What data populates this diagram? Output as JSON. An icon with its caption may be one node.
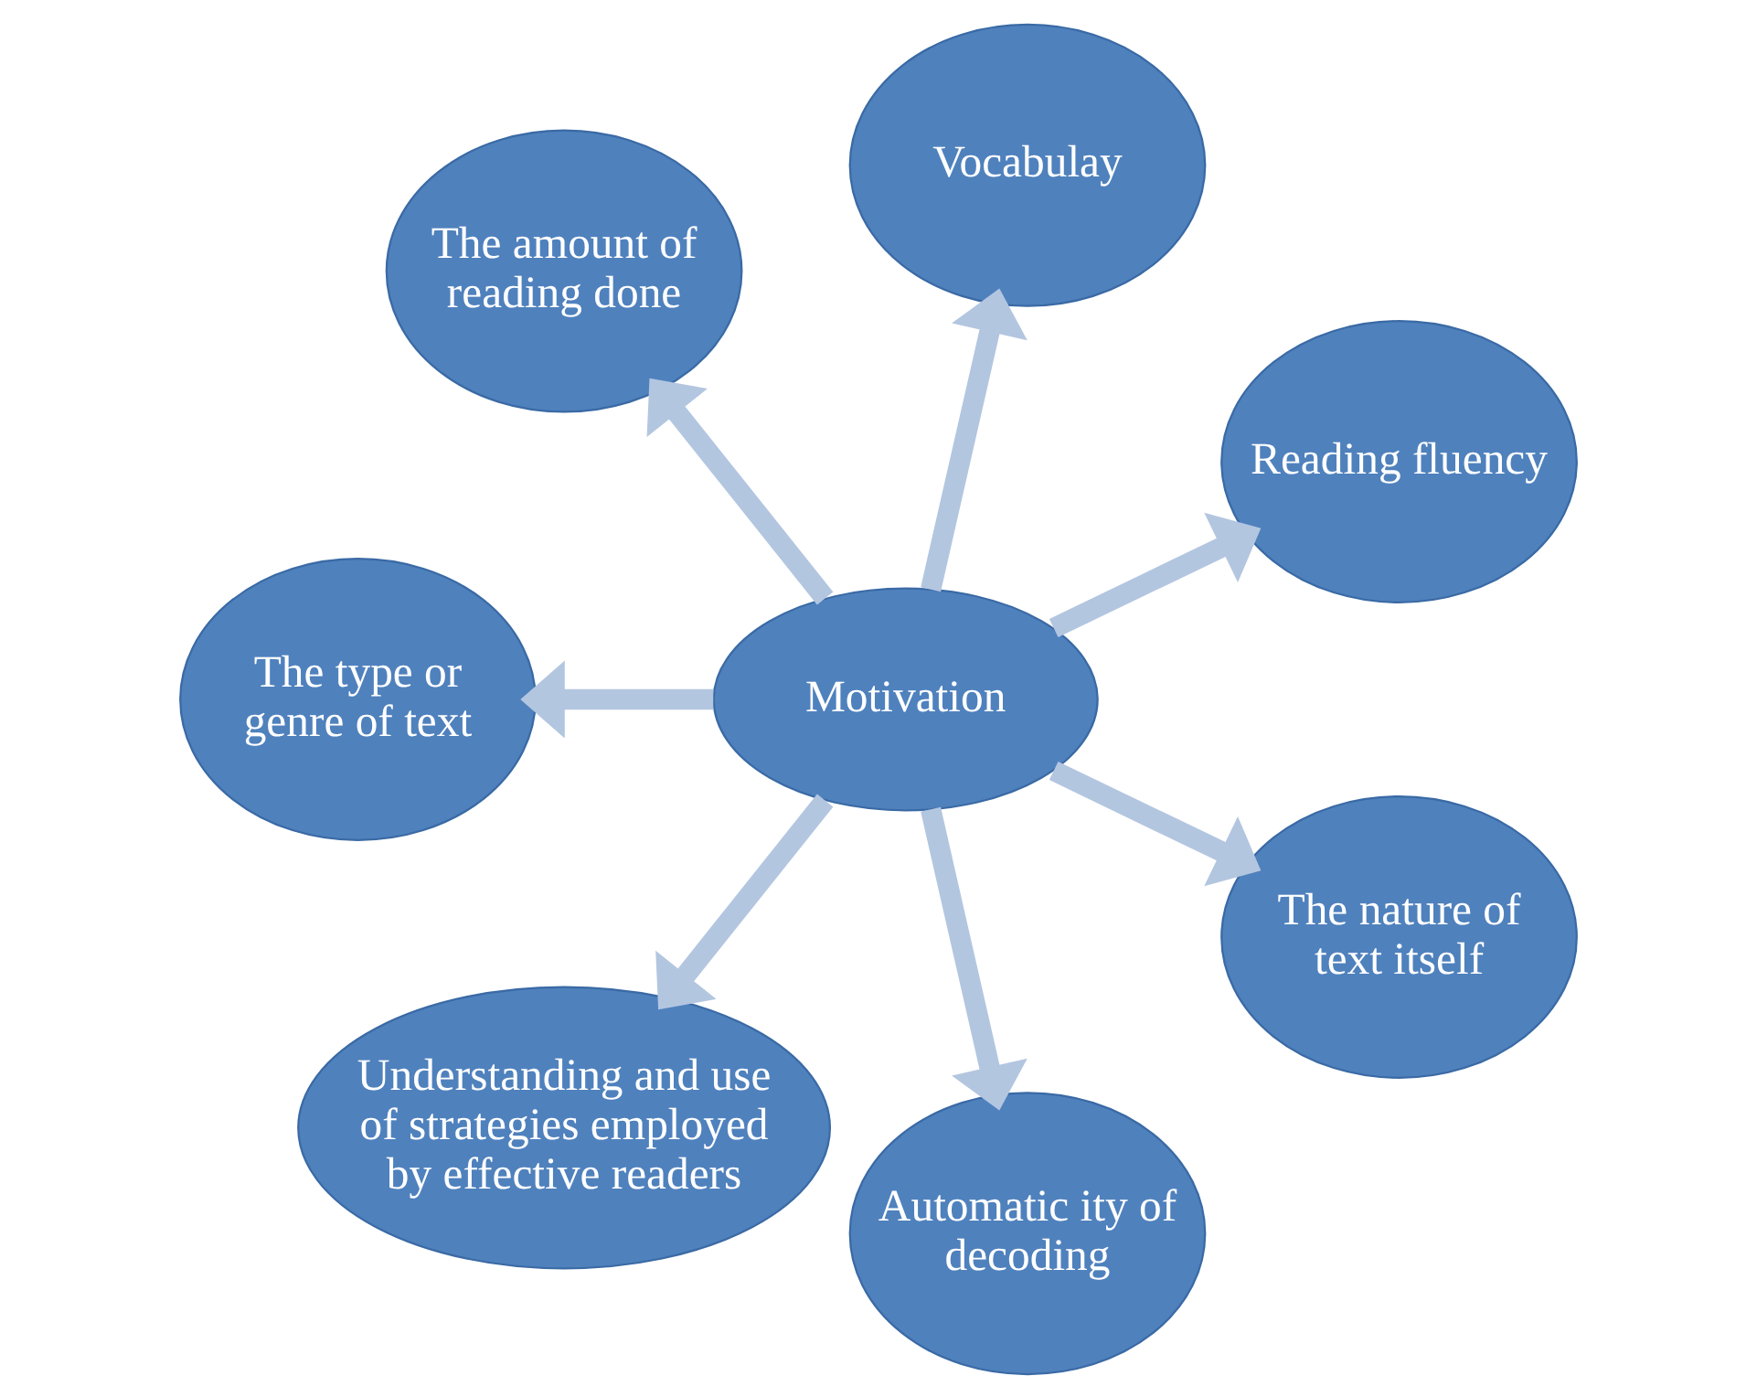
{
  "diagram": {
    "nodes": [
      {
        "text": [
          "Motivation"
        ]
      },
      {
        "text": [
          "Reading fluency"
        ]
      },
      {
        "text": [
          "Vocabulay"
        ]
      },
      {
        "text": [
          "The amount of reading done"
        ]
      },
      {
        "text": [
          "The type or genre of text"
        ]
      },
      {
        "text": [
          "Understanding and use of strategies employed by effective readers"
        ]
      },
      {
        "text": [
          "Automatic ity of decoding"
        ]
      },
      {
        "text": [
          "The nature of text itself"
        ]
      }
    ],
    "edges": [
      {
        "from": 0,
        "to": 1,
        "arrow": "to"
      },
      {
        "from": 0,
        "to": 2,
        "arrow": "to"
      },
      {
        "from": 0,
        "to": 3,
        "arrow": "to"
      },
      {
        "from": 0,
        "to": 4,
        "arrow": "to"
      },
      {
        "from": 0,
        "to": 5,
        "arrow": "to"
      },
      {
        "from": 0,
        "to": 6,
        "arrow": "to"
      },
      {
        "from": 0,
        "to": 7,
        "arrow": "to"
      }
    ]
  }
}
